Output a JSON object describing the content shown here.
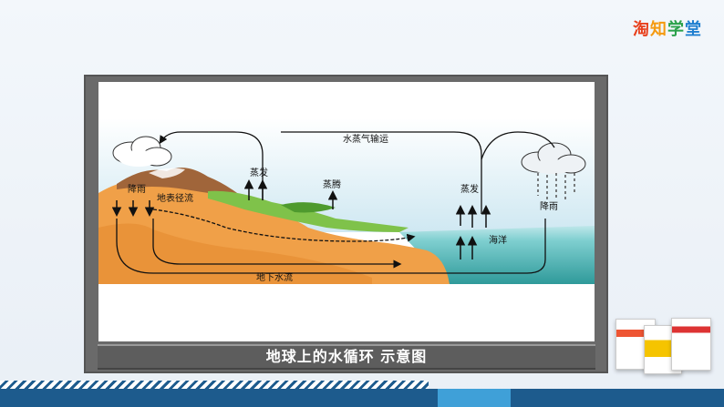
{
  "brand": {
    "chars": [
      "淘",
      "知",
      "学",
      "堂"
    ],
    "colors": [
      "#e8401c",
      "#f59a10",
      "#2aa14a",
      "#1f7fd0"
    ]
  },
  "diagram": {
    "labels": {
      "vapor_transport": "水蒸气输运",
      "evaporation_left": "蒸发",
      "transpiration": "蒸腾",
      "evaporation_right": "蒸发",
      "precipitation_left": "降雨",
      "precipitation_right": "降雨",
      "surface_runoff": "地表径流",
      "ocean": "海洋",
      "groundwater_flow": "地下水流"
    },
    "caption": "地球上的水循环  示意图"
  },
  "colors": {
    "sky": "#cfe8f2",
    "land": "#f0a048",
    "sea": "#2f9a9a",
    "vegetation": "#7fc24a",
    "frame": "#6a6a6a",
    "bottom_band": "#1d5b8d"
  },
  "icons": [
    "cloud-icon",
    "rain-cloud-icon",
    "arrow-icon"
  ]
}
